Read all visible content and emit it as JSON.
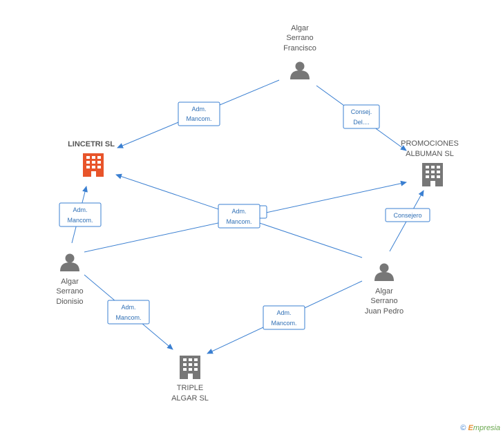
{
  "nodes": {
    "francisco": {
      "lines": [
        "Algar",
        "Serrano",
        "Francisco"
      ],
      "kind": "person"
    },
    "lincetri": {
      "lines": [
        "LINCETRI SL"
      ],
      "kind": "company-main"
    },
    "promociones": {
      "lines": [
        "PROMOCIONES",
        "ALBUMAN SL"
      ],
      "kind": "company"
    },
    "dionisio": {
      "lines": [
        "Algar",
        "Serrano",
        "Dionisio"
      ],
      "kind": "person"
    },
    "juanpedro": {
      "lines": [
        "Algar",
        "Serrano",
        "Juan Pedro"
      ],
      "kind": "person"
    },
    "triple": {
      "lines": [
        "TRIPLE",
        "ALGAR SL"
      ],
      "kind": "company"
    }
  },
  "edges": [
    {
      "id": "francisco-lincetri",
      "lines": [
        "Adm.",
        "Mancom."
      ]
    },
    {
      "id": "francisco-promociones",
      "lines": [
        "Consej.",
        "Del...."
      ]
    },
    {
      "id": "dionisio-lincetri",
      "lines": [
        "Adm.",
        "Mancom."
      ]
    },
    {
      "id": "center-shared",
      "lines": [
        "Adm.",
        "Mancom."
      ]
    },
    {
      "id": "juanpedro-promociones",
      "lines": [
        "Consejero"
      ]
    },
    {
      "id": "dionisio-triple",
      "lines": [
        "Adm.",
        "Mancom."
      ]
    },
    {
      "id": "juanpedro-triple",
      "lines": [
        "Adm.",
        "Mancom."
      ]
    }
  ],
  "colors": {
    "edge": "#3a7fd1",
    "person_icon": "#777777",
    "company_icon": "#777777",
    "company_main_icon": "#e8542a"
  },
  "brand": {
    "copyright": "©",
    "initial": "E",
    "rest": "mpresia"
  }
}
